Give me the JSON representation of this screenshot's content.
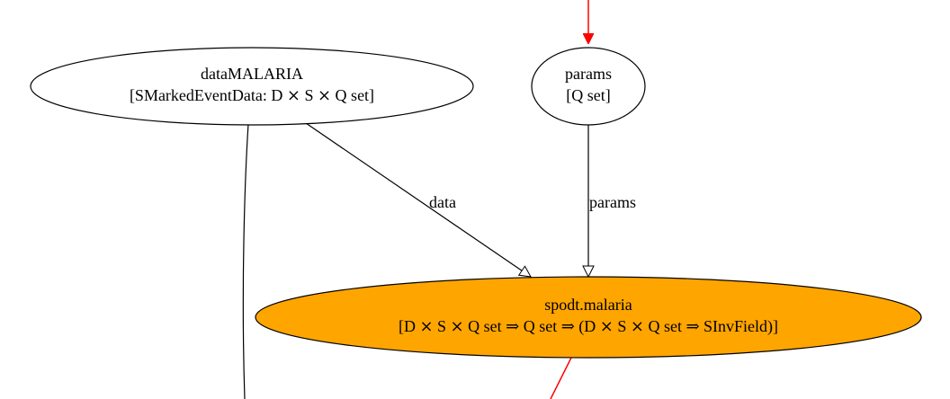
{
  "colors": {
    "node_stroke": "#000000",
    "node_fill_default": "#ffffff",
    "node_fill_highlight": "#ffa500",
    "edge_default": "#000000",
    "edge_highlight": "#ff0000"
  },
  "nodes": {
    "data_malaria": {
      "name": "dataMALARIA",
      "type": "[SMarkedEventData: D ⨯ S ⨯ Q set]"
    },
    "params": {
      "name": "params",
      "type": "[Q set]"
    },
    "spodt_malaria": {
      "name": "spodt.malaria",
      "type": "[D ⨯ S ⨯ Q set ⇒ Q set ⇒ (D ⨯ S ⨯ Q set ⇒ SInvField)]"
    }
  },
  "edges": {
    "data_to_spodt": {
      "label": "data"
    },
    "params_to_spodt": {
      "label": "params"
    }
  }
}
